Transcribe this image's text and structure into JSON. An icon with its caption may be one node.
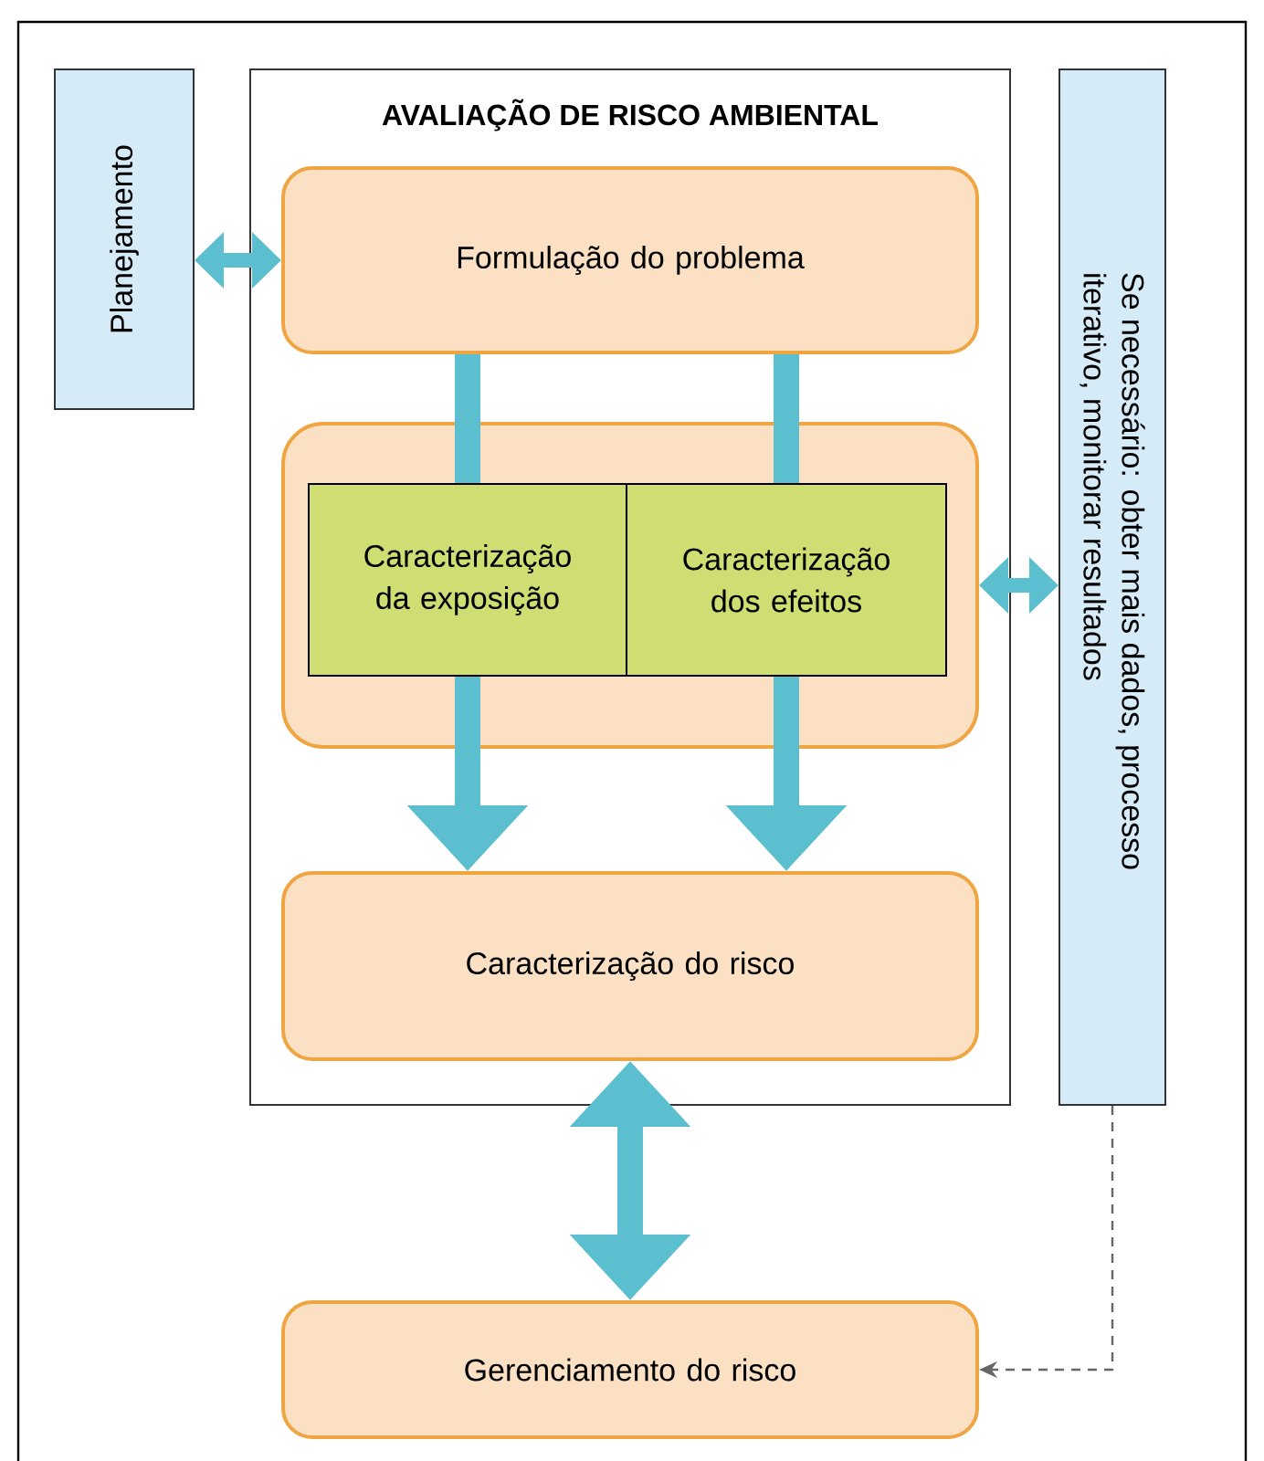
{
  "diagram": {
    "nodes": [
      {
        "text": [
          "Planejamento"
        ]
      },
      {
        "text": [
          "AVALIAÇÃO DE RISCO AMBIENTAL"
        ]
      },
      {
        "text": [
          "Formulação do problema"
        ],
        "in": 1
      },
      {
        "text": [],
        "shape": "box",
        "in": 1
      },
      {
        "text": [
          "Caracterização da exposição"
        ],
        "in": 3
      },
      {
        "text": [
          "Caracterização dos efeitos"
        ],
        "in": 3
      },
      {
        "text": [
          "Caracterização do risco"
        ],
        "in": 1
      },
      {
        "text": [
          "Se necessário: obter mais dados, processo iterativo, monitorar resultados"
        ]
      },
      {
        "text": [
          "Gerenciamento do risco"
        ]
      }
    ],
    "edges": [
      {
        "from": 0,
        "to": 2,
        "arrow": "both"
      },
      {
        "from": 2,
        "to": 4,
        "arrow": "none"
      },
      {
        "from": 2,
        "to": 5,
        "arrow": "none"
      },
      {
        "from": 4,
        "to": 6,
        "arrow": "to"
      },
      {
        "from": 5,
        "to": 6,
        "arrow": "to"
      },
      {
        "from": 3,
        "to": 7,
        "arrow": "both"
      },
      {
        "from": 6,
        "to": 8,
        "arrow": "both"
      },
      {
        "from": 7,
        "to": 8,
        "arrow": "to",
        "style": "dashed",
        "color": "#666666"
      }
    ]
  }
}
